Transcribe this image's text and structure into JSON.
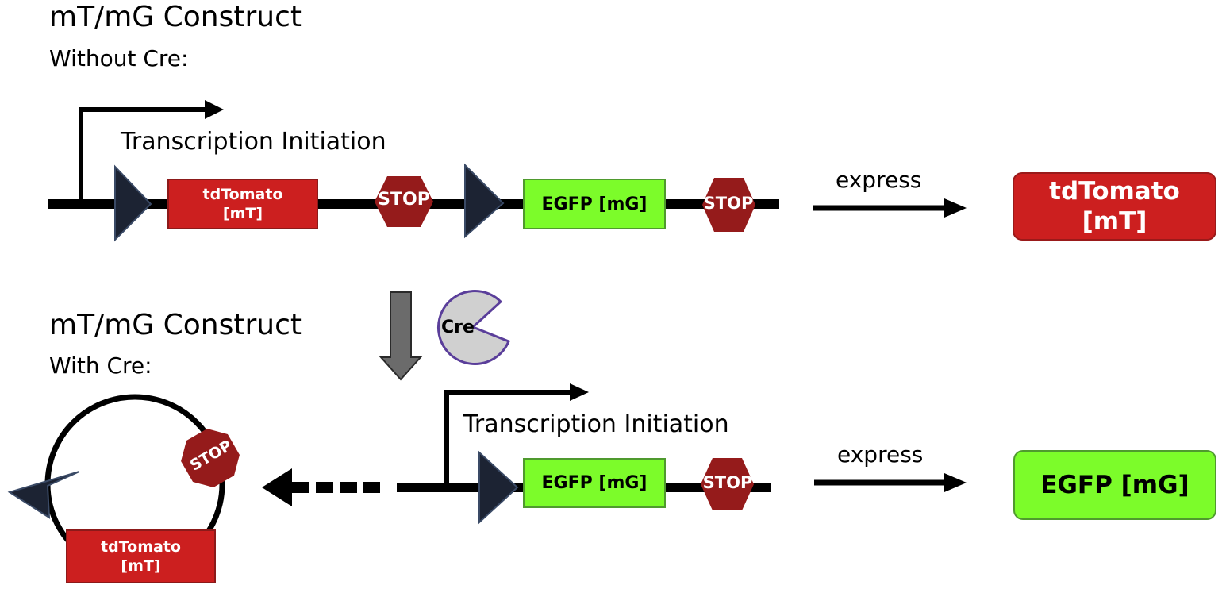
{
  "top": {
    "heading": "mT/mG Construct",
    "subheading": "Without Cre:",
    "transcription_label": "Transcription Initiation",
    "tdtomato_line1": "tdTomato",
    "tdtomato_line2": "[mT]",
    "stop1": "STOP",
    "egfp": "EGFP [mG]",
    "stop2": "STOP",
    "express": "express",
    "output_line1": "tdTomato",
    "output_line2": "[mT]"
  },
  "cre": {
    "label": "Cre"
  },
  "bottom": {
    "heading": "mT/mG Construct",
    "subheading": "With Cre:",
    "transcription_label": "Transcription Initiation",
    "egfp": "EGFP [mG]",
    "stop": "STOP",
    "express": "express",
    "output": "EGFP [mG]",
    "circle_stop": "STOP",
    "circle_tdtomato_line1": "tdTomato",
    "circle_tdtomato_line2": "[mT]"
  },
  "colors": {
    "tdtomato": "#cc1f1f",
    "egfp": "#7cfc2a",
    "stop": "#951b1b",
    "loxp": "#1c2333",
    "cre": "#d0d0d0",
    "cre_outline": "#5a3e9a",
    "cre_arrow": "#6b6b6b"
  }
}
